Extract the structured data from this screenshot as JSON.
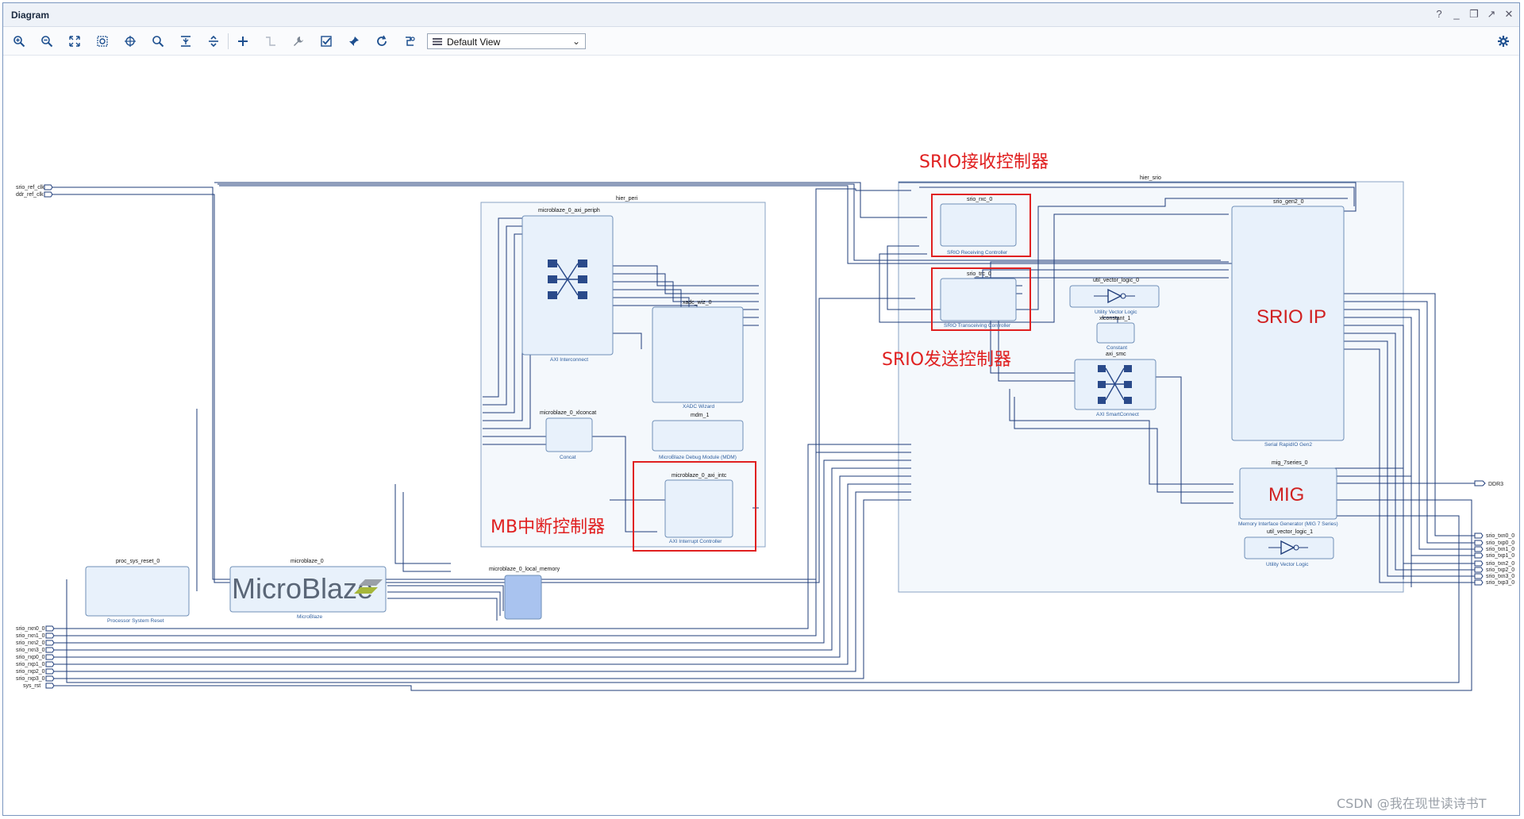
{
  "window": {
    "title": "Diagram",
    "controls": [
      "?",
      "_",
      "❐",
      "↗",
      "✕"
    ]
  },
  "toolbar": {
    "view_select": "Default View"
  },
  "inputs_left": [
    "srio_ref_clk",
    "ddr_ref_clk"
  ],
  "inputs_bottom": [
    "srio_rxn0_0",
    "srio_rxn1_0",
    "srio_rxn2_0",
    "srio_rxn3_0",
    "srio_rxp0_0",
    "srio_rxp1_0",
    "srio_rxp2_0",
    "srio_rxp3_0",
    "sys_rst"
  ],
  "outputs_right": {
    "ddr": "DDR3",
    "srio": [
      "srio_txn0_0",
      "srio_txp0_0",
      "srio_txn1_0",
      "srio_txp1_0",
      "srio_txn2_0",
      "srio_txp2_0",
      "srio_txn3_0",
      "srio_txp3_0"
    ]
  },
  "hier": {
    "peri": "hier_peri",
    "srio": "hier_srio"
  },
  "blocks": {
    "axi_periph": {
      "name": "microblaze_0_axi_periph",
      "sub": "AXI Interconnect"
    },
    "xadc": {
      "name": "xadc_wiz_0",
      "sub": "XADC Wizard"
    },
    "mdm": {
      "name": "mdm_1",
      "sub": "MicroBlaze Debug Module (MDM)"
    },
    "xlconcat": {
      "name": "microblaze_0_xlconcat",
      "sub": "Concat"
    },
    "axi_intc": {
      "name": "microblaze_0_axi_intc",
      "sub": "AXI Interrupt Controller"
    },
    "proc_rst": {
      "name": "proc_sys_reset_0",
      "sub": "Processor System Reset"
    },
    "microblaze": {
      "name": "microblaze_0",
      "sub": "MicroBlaze",
      "logo": "MicroBlaze"
    },
    "local_mem": {
      "name": "microblaze_0_local_memory"
    },
    "srio_rxc": {
      "name": "srio_rxc_0",
      "sub": "SRIO Receiving Controller"
    },
    "srio_trc": {
      "name": "srio_trc_0",
      "sub": "SRIO Transceiving Controller"
    },
    "util_vec0": {
      "name": "util_vector_logic_0",
      "sub": "Utility Vector Logic"
    },
    "xlconst": {
      "name": "xlconstant_1",
      "sub": "Constant"
    },
    "axi_smc": {
      "name": "axi_smc",
      "sub": "AXI SmartConnect"
    },
    "srio_gen2": {
      "name": "srio_gen2_0",
      "sub": "Serial RapidIO Gen2"
    },
    "mig": {
      "name": "mig_7series_0",
      "sub": "Memory Interface Generator (MIG 7 Series)"
    },
    "util_vec1": {
      "name": "util_vector_logic_1",
      "sub": "Utility Vector Logic"
    }
  },
  "annotations": {
    "srio_rx": "SRIO接收控制器",
    "srio_tx": "SRIO发送控制器",
    "mb_intc": "MB中断控制器",
    "srio_ip": "SRIO IP",
    "mig": "MIG"
  },
  "watermark": "CSDN @我在现世读诗书T",
  "colors": {
    "wire": "#1f3c7a",
    "block_fill": "#e8f1fb",
    "block_stroke": "#6f8fb7",
    "hier_fill": "#f4f8fc",
    "highlight": "#e02020",
    "mem_fill": "#a9c3ef"
  }
}
